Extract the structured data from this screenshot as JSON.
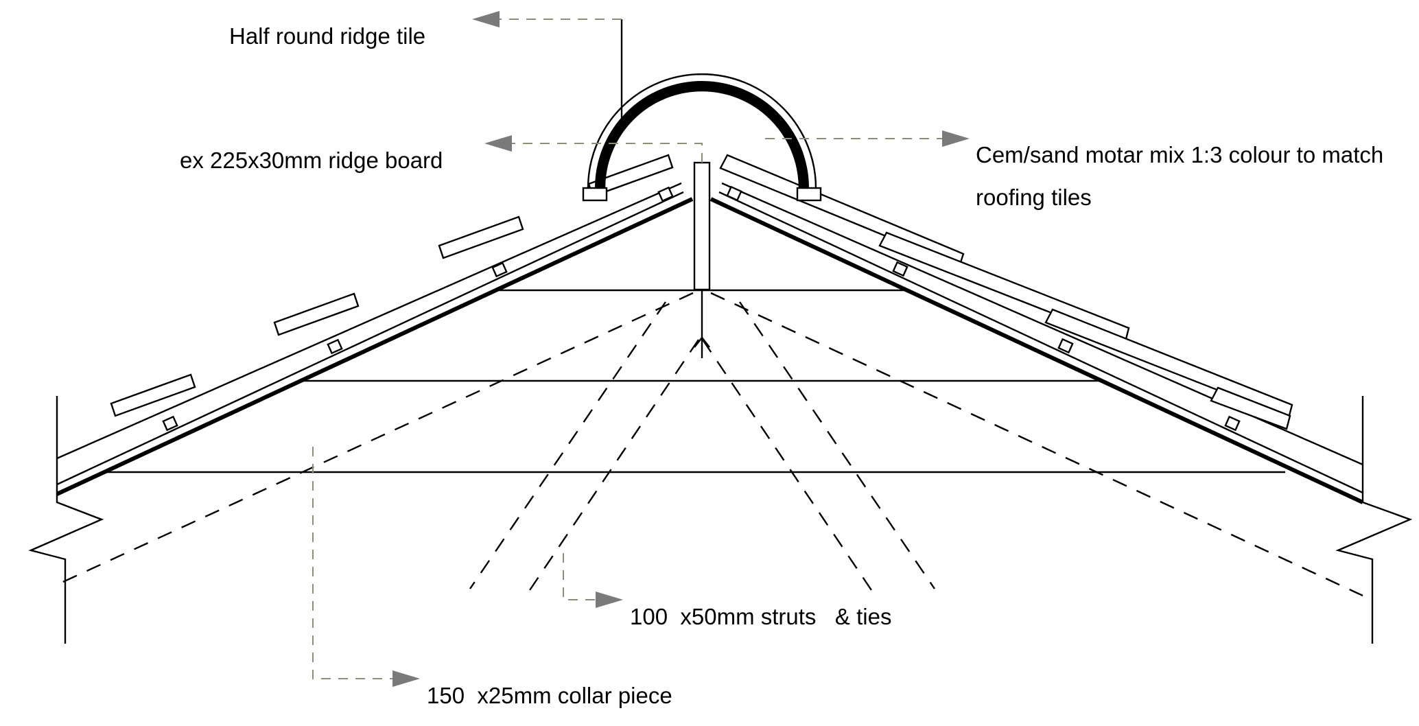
{
  "labels": {
    "ridge_tile": "Half round ridge tile",
    "ridge_board": "ex 225x30mm ridge board",
    "mortar_line1": "Cem/sand motar mix 1:3 colour to match",
    "mortar_line2": "roofing tiles",
    "struts": "100  x50mm struts   & ties",
    "collar": "150  x25mm collar piece"
  },
  "icons": {
    "leader_arrow": "filled-triangle-arrow",
    "break_symbol": "zigzag-break-line"
  },
  "colors": {
    "line": "#000000",
    "leader": "#8a8f78",
    "arrow": "#7a7a7a",
    "background": "#ffffff"
  }
}
